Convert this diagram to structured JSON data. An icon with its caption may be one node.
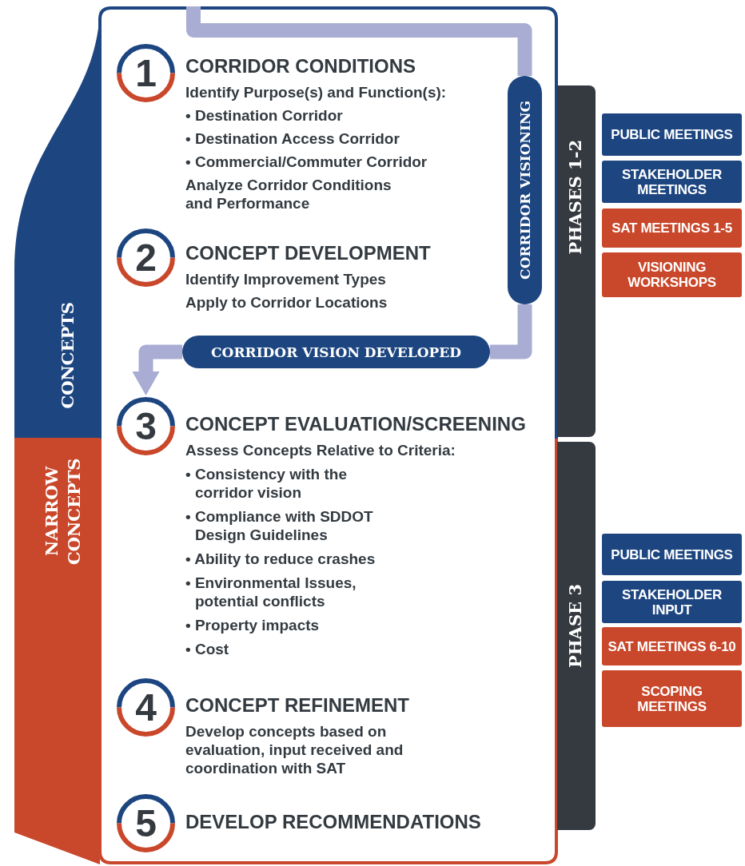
{
  "diagram": {
    "nodes": [
      {
        "text": [],
        "shape": "box"
      },
      {
        "text": [
          "CORRIDOR VISIONING"
        ],
        "in": 0
      },
      {
        "text": [
          "1"
        ],
        "in": 0
      },
      {
        "text": [
          "CORRIDOR CONDITIONS",
          "Identify Purpose(s) and Function(s):",
          "• Destination Corridor",
          "• Destination Access Corridor",
          "• Commercial/Commuter Corridor",
          "Analyze Corridor Conditions and Performance"
        ],
        "in": 0
      },
      {
        "text": [
          "2"
        ],
        "in": 0
      },
      {
        "text": [
          "CONCEPT DEVELOPMENT",
          "Identify Improvement Types",
          "Apply to Corridor Locations"
        ],
        "in": 0
      },
      {
        "text": [
          "CORRIDOR VISION DEVELOPED"
        ],
        "in": 0
      },
      {
        "text": [
          "3"
        ],
        "in": 0
      },
      {
        "text": [
          "CONCEPT EVALUATION/SCREENING",
          "Assess Concepts Relative to Criteria:",
          "• Consistency with the corridor vision",
          "• Compliance with SDDOT Design Guidelines",
          "• Ability to reduce crashes",
          "• Environmental Issues, potential conflicts",
          "• Property impacts",
          "• Cost"
        ],
        "in": 0
      },
      {
        "text": [
          "4"
        ],
        "in": 0
      },
      {
        "text": [
          "CONCEPT REFINEMENT",
          "Develop concepts based on evaluation, input received and coordination with SAT"
        ],
        "in": 0
      },
      {
        "text": [
          "5"
        ],
        "in": 0
      },
      {
        "text": [
          "DEVELOP RECOMMENDATIONS"
        ],
        "in": 0
      },
      {
        "text": [
          "CONCEPTS"
        ]
      },
      {
        "text": [
          "NARROW CONCEPTS"
        ]
      },
      {
        "text": [
          "PHASES 1-2"
        ]
      },
      {
        "text": [
          "PUBLIC MEETINGS"
        ]
      },
      {
        "text": [
          "STAKEHOLDER MEETINGS"
        ]
      },
      {
        "text": [
          "SAT MEETINGS 1-5"
        ]
      },
      {
        "text": [
          "VISIONING WORKSHOPS"
        ]
      },
      {
        "text": [
          "PHASE 3"
        ]
      },
      {
        "text": [
          "PUBLIC MEETINGS"
        ]
      },
      {
        "text": [
          "STAKEHOLDER INPUT"
        ]
      },
      {
        "text": [
          "SAT MEETINGS 6-10"
        ]
      },
      {
        "text": [
          "SCOPING MEETINGS"
        ]
      }
    ],
    "edges": [
      {
        "from": null,
        "to": 1,
        "arrow": "none"
      },
      {
        "from": 1,
        "to": 6,
        "arrow": "none"
      },
      {
        "from": 6,
        "to": 7,
        "arrow": "to"
      }
    ]
  }
}
